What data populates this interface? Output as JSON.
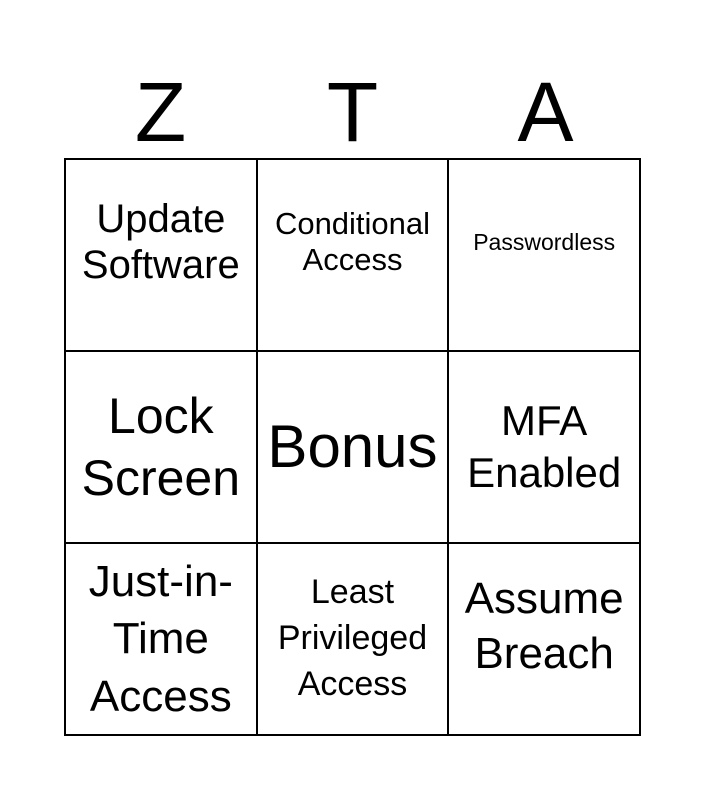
{
  "header": [
    "Z",
    "T",
    "A"
  ],
  "cells": [
    "Update Software",
    "Conditional Access",
    "Passwordless",
    "Lock Screen",
    "Bonus",
    "MFA Enabled",
    "Just-in-Time Access",
    "Least Privileged Access",
    "Assume Breach"
  ]
}
